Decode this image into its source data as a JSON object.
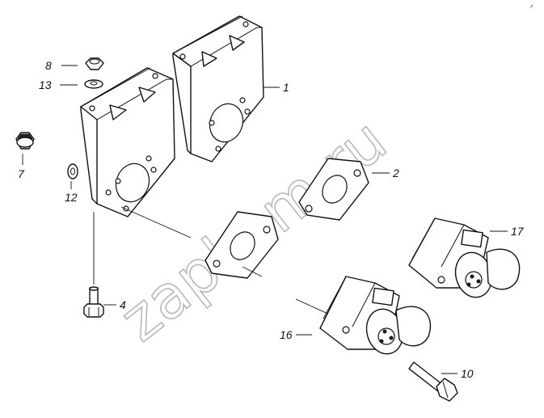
{
  "watermark": "zapkam.ru",
  "corner_mark": "↗",
  "parts": [
    {
      "id": "bracket-rear",
      "label": "1"
    },
    {
      "id": "gasket-right",
      "label": "2"
    },
    {
      "id": "bolt-long-vertical",
      "label": "4"
    },
    {
      "id": "nut-flange",
      "label": "7"
    },
    {
      "id": "nut-top",
      "label": "8"
    },
    {
      "id": "bolt-long",
      "label": "10"
    },
    {
      "id": "washer-left",
      "label": "12"
    },
    {
      "id": "washer-top",
      "label": "13"
    },
    {
      "id": "socket-front",
      "label": "16"
    },
    {
      "id": "socket-rear",
      "label": "17"
    }
  ]
}
